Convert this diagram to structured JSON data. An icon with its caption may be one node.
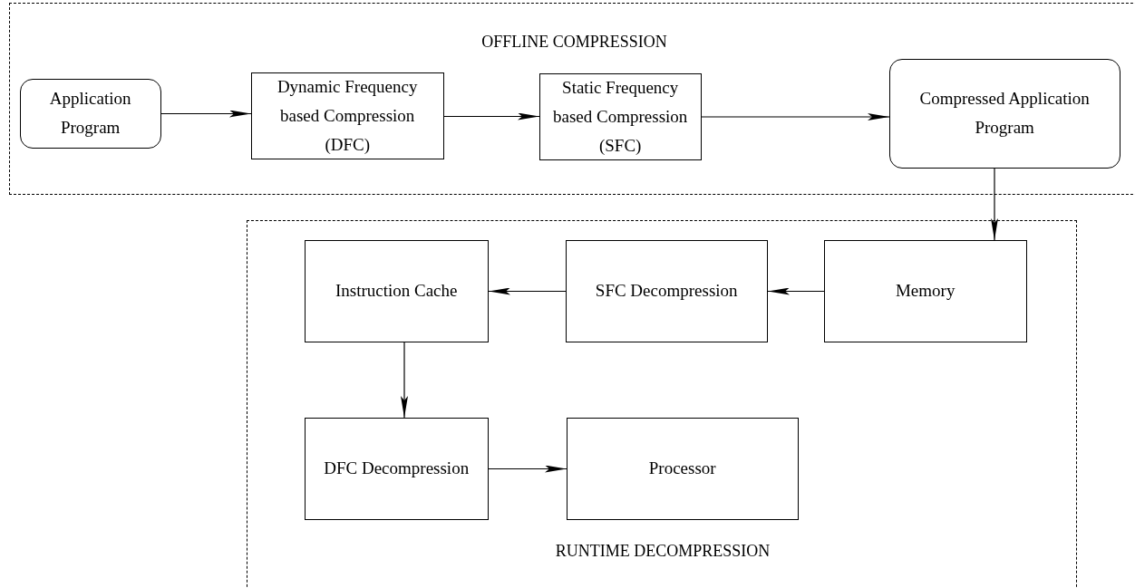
{
  "diagram": {
    "nodes": [
      {
        "text": [
          "OFFLINE COMPRESSION"
        ]
      },
      {
        "text": [
          "Application Program"
        ],
        "in": 0
      },
      {
        "text": [
          "Dynamic Frequency based Compression (DFC)"
        ],
        "in": 0
      },
      {
        "text": [
          "Static Frequency based Compression (SFC)"
        ],
        "in": 0
      },
      {
        "text": [
          "Compressed Application Program"
        ],
        "in": 0
      },
      {
        "text": [
          "RUNTIME DECOMPRESSION"
        ]
      },
      {
        "text": [
          "Instruction Cache"
        ],
        "in": 5
      },
      {
        "text": [
          "SFC Decompression"
        ],
        "in": 5
      },
      {
        "text": [
          "Memory"
        ],
        "in": 5
      },
      {
        "text": [
          "DFC Decompression"
        ],
        "in": 5
      },
      {
        "text": [
          "Processor"
        ],
        "in": 5
      }
    ],
    "edges": [
      {
        "from": 1,
        "to": 2,
        "arrow": "to"
      },
      {
        "from": 2,
        "to": 3,
        "arrow": "to"
      },
      {
        "from": 3,
        "to": 4,
        "arrow": "to"
      },
      {
        "from": 4,
        "to": 8,
        "arrow": "to"
      },
      {
        "from": 8,
        "to": 7,
        "arrow": "to"
      },
      {
        "from": 7,
        "to": 6,
        "arrow": "to"
      },
      {
        "from": 6,
        "to": 9,
        "arrow": "to"
      },
      {
        "from": 9,
        "to": 10,
        "arrow": "to"
      }
    ]
  }
}
